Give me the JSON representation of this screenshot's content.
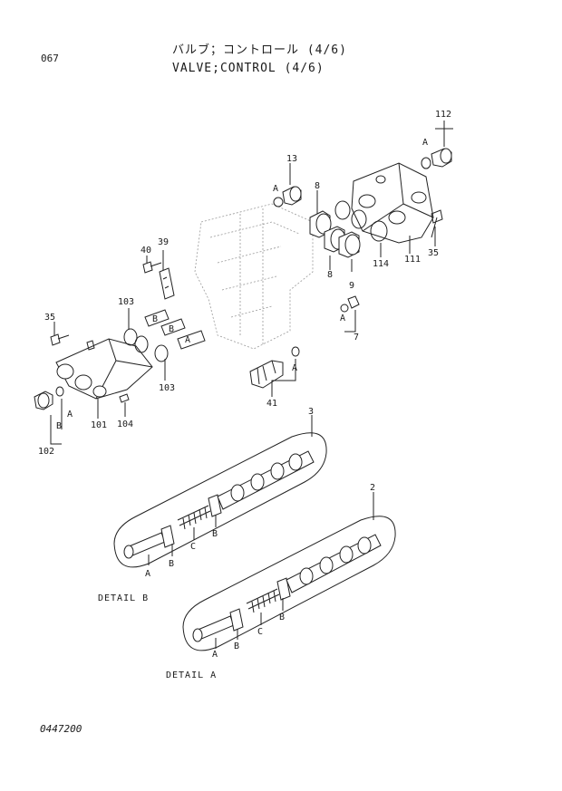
{
  "page_number": "067",
  "title_jp": "バルブ；コントロール (4/6)",
  "title_en": "VALVE;CONTROL (4/6)",
  "drawing_number": "0447200",
  "details": {
    "b": "DETAIL  B",
    "a": "DETAIL  A"
  },
  "callouts": {
    "c112": "112",
    "cA112": "A",
    "c13": "13",
    "cA13": "A",
    "c8a": "8",
    "c8b": "8",
    "c9": "9",
    "c114": "114",
    "c111": "111",
    "c35r": "35",
    "c40": "40",
    "c39": "39",
    "c103a": "103",
    "c103b": "103",
    "c35l": "35",
    "cBa": "B",
    "cBb": "B",
    "cAm": "A",
    "cA7": "A",
    "c7": "7",
    "cA41": "A",
    "c41": "41",
    "cA102": "A",
    "cB102": "B",
    "c102": "102",
    "c101": "101",
    "c104": "104",
    "c3": "3",
    "c2": "2",
    "d3A": "A",
    "d3B1": "B",
    "d3C": "C",
    "d3B2": "B",
    "d2A": "A",
    "d2B1": "B",
    "d2C": "C",
    "d2B2": "B"
  }
}
